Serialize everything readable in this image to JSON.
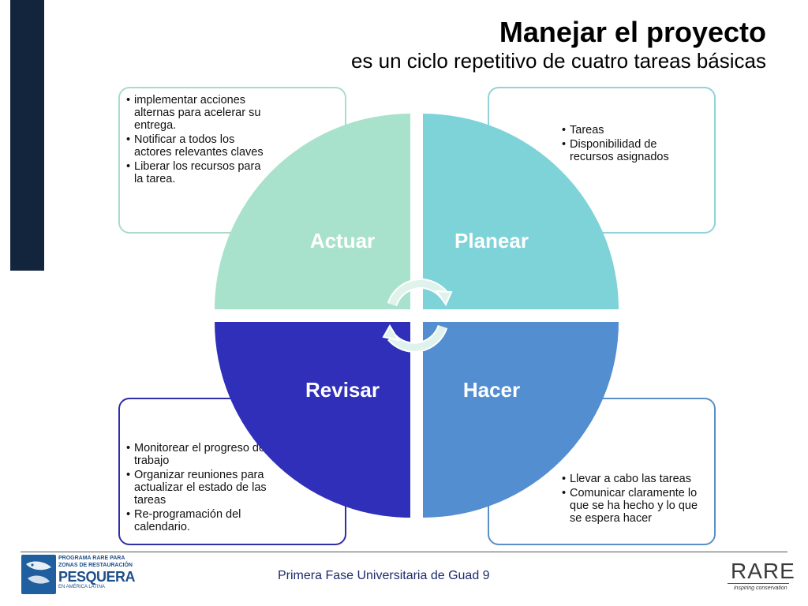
{
  "slide": {
    "title": "Manejar el proyecto",
    "subtitle": "es un ciclo repetitivo de cuatro tareas básicas"
  },
  "cycle": {
    "actuar": "Actuar",
    "planear": "Planear",
    "revisar": "Revisar",
    "hacer": "Hacer",
    "colors": {
      "actuar": "#a8e2cc",
      "planear": "#7ed3d9",
      "revisar": "#2f2fba",
      "hacer": "#538ed0"
    }
  },
  "boxes": {
    "actuar": [
      "implementar acciones alternas para acelerar su entrega.",
      "Notificar a todos los actores relevantes claves",
      "Liberar los recursos para la tarea."
    ],
    "planear": [
      "Tareas",
      "Disponibilidad de recursos asignados"
    ],
    "revisar": [
      "Monitorear el progreso del trabajo",
      "Organizar reuniones para actualizar el estado de las tareas",
      "Re-programación del calendario."
    ],
    "hacer": [
      "Llevar a cabo las tareas",
      "Comunicar claramente lo que se ha hecho y lo que se espera hacer"
    ]
  },
  "footer": {
    "text": "Primera Fase Universitaria de Guad 9",
    "logo_left": {
      "line1": "PROGRAMA RARE PARA",
      "line2": "ZONAS DE RESTAURACIÓN",
      "line3": "PESQUERA",
      "line4": "EN AMÉRICA LATINA",
      "icon": "fish-emblem-icon"
    },
    "logo_right": {
      "word": "RARE",
      "tagline": "inspiring conservation"
    }
  }
}
